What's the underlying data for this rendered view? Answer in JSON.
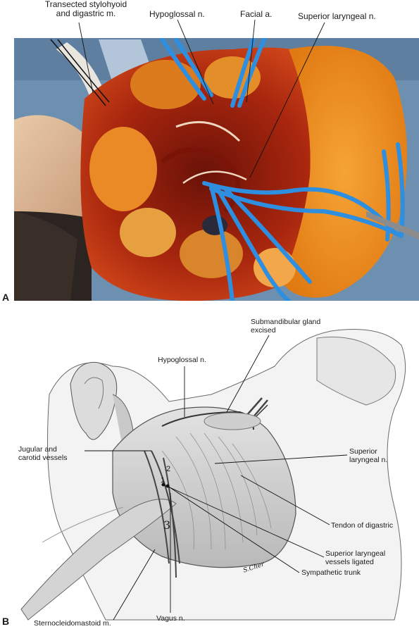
{
  "panel_a": {
    "letter": "A",
    "labels": {
      "transected_line1": "Transected stylohyoid",
      "transected_line2": "and digastric m.",
      "hypoglossal": "Hypoglossal n.",
      "facial_artery": "Facial a.",
      "superior_laryngeal": "Superior laryngeal n."
    }
  },
  "panel_b": {
    "letter": "B",
    "labels": {
      "submandibular_line1": "Submandibular gland",
      "submandibular_line2": "excised",
      "hypoglossal": "Hypoglossal n.",
      "superior_laryngeal_line1": "Superior",
      "superior_laryngeal_line2": "laryngeal n.",
      "jugular_line1": "Jugular and",
      "jugular_line2": "carotid vessels",
      "tendon_digastric": "Tendon of digastric",
      "sup_lar_vessels_line1": "Superior laryngeal",
      "sup_lar_vessels_line2": "vessels ligated",
      "sympathetic_trunk": "Sympathetic trunk",
      "sternocleidomastoid": "Sternocleidomastoid m.",
      "vagus": "Vagus n."
    },
    "inline_numbers": {
      "n1": "1",
      "n2": "2",
      "n3": "3"
    },
    "signature": "S.Cher"
  }
}
